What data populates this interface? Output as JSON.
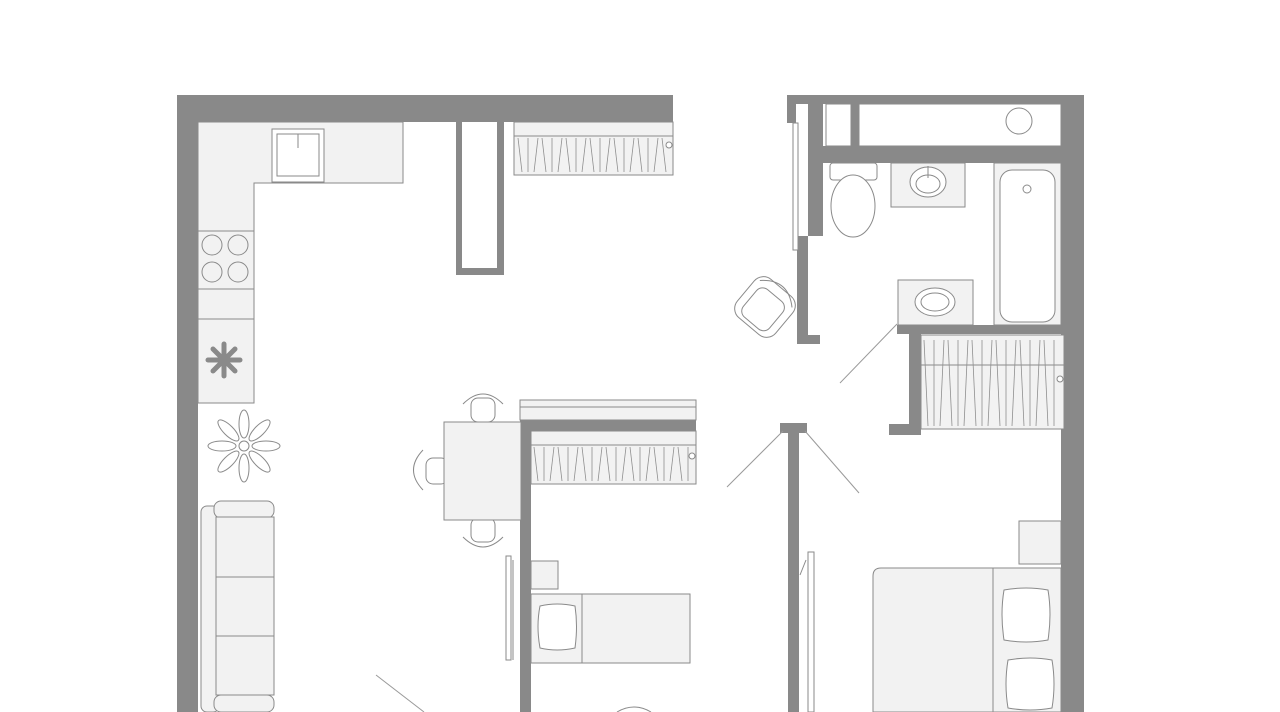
{
  "plan": {
    "rooms": [
      "kitchen-living",
      "bathroom",
      "hallway",
      "bedroom",
      "small-bedroom"
    ],
    "colors": {
      "wall": "#898989",
      "furniture_fill": "#f2f2f2",
      "furniture_stroke": "#8a8a8a",
      "background": "#ffffff"
    },
    "icons": [
      "sink-icon",
      "stove-icon",
      "plant-icon",
      "toilet-icon",
      "bathtub-icon",
      "washbasin-icon",
      "bed-icon",
      "pillow-icon",
      "sofa-icon",
      "chair-icon",
      "wardrobe-icon",
      "armchair-icon",
      "boiler-icon"
    ]
  }
}
